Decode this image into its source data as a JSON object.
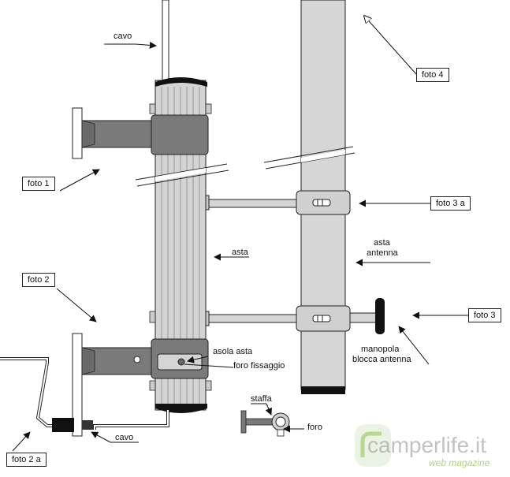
{
  "labels": {
    "cavo_top": "cavo",
    "foto_4": "foto 4",
    "foto_1": "foto 1",
    "foto_3a": "foto 3 a",
    "asta_antenna_1": "asta",
    "asta_antenna_2": "antenna",
    "asta": "asta",
    "foto_2": "foto 2",
    "foto_3": "foto 3",
    "manopola_1": "manopola",
    "manopola_2": "blocca antenna",
    "asola_asta": "asola asta",
    "foro_fissaggio": "foro fissaggio",
    "staffa": "staffa",
    "foro": "foro",
    "cavo_bottom": "cavo",
    "foto_2a": "foto 2 a"
  },
  "watermark": {
    "brand": "camperlife.it",
    "tagline": "web magazine"
  },
  "colors": {
    "pole": "#d4d4d4",
    "clamp": "#7a7a7a",
    "outline": "#222222",
    "dark": "#111111",
    "watermark_green": "#8bc34a"
  }
}
